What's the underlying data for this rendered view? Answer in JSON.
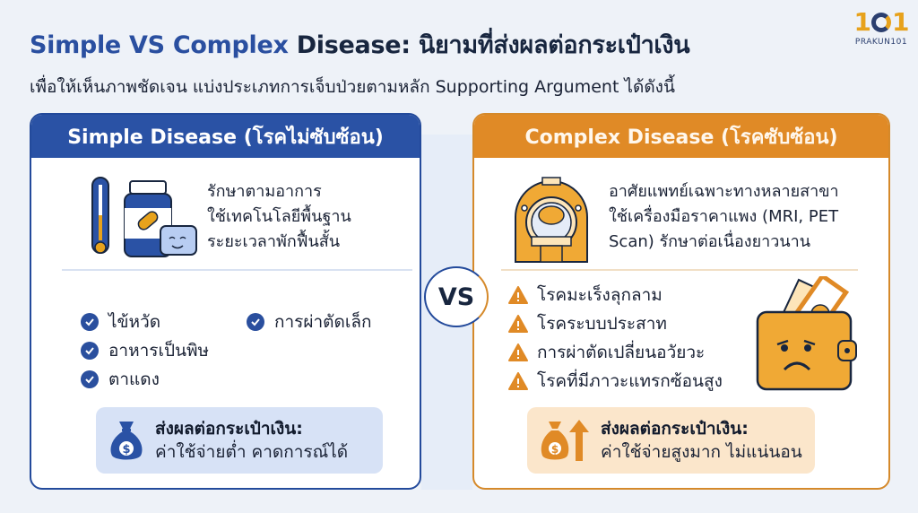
{
  "header": {
    "title_part1": "Simple VS Complex ",
    "title_part2": "Disease: นิยามที่ส่งผลต่อกระเป๋าเงิน",
    "subtitle": "เพื่อให้เห็นภาพชัดเจน แบ่งประเภทการเจ็บป่วยตามหลัก Supporting Argument ได้ดังนี้",
    "logo_number": "101",
    "logo_text": "PRAKUN101"
  },
  "vs_label": "VS",
  "simple": {
    "heading": "Simple Disease (โรคไม่ซับซ้อน)",
    "icons": [
      "thermometer-icon",
      "pill-bottle-icon",
      "happy-wallet-icon"
    ],
    "description": [
      "รักษาตามอาการ",
      "ใช้เทคโนโลยีพื้นฐาน",
      "ระยะเวลาพักฟื้นสั้น"
    ],
    "examples_col1": [
      "ไข้หวัด",
      "อาหารเป็นพิษ",
      "ตาแดง"
    ],
    "examples_col2": [
      "การผ่าตัดเล็ก"
    ],
    "impact_title": "ส่งผลต่อกระเป๋าเงิน:",
    "impact_desc": "ค่าใช้จ่ายต่ำ คาดการณ์ได้",
    "colors": {
      "primary": "#2a52a5",
      "impact_bg": "#d7e2f6"
    }
  },
  "complex": {
    "heading": "Complex Disease (โรคซับซ้อน)",
    "icons": [
      "mri-scanner-icon",
      "sad-wallet-icon"
    ],
    "description": [
      "อาศัยแพทย์เฉพาะทางหลายสาขา",
      "ใช้เครื่องมือราคาแพง (MRI, PET",
      "Scan) รักษาต่อเนื่องยาวนาน"
    ],
    "examples": [
      "โรคมะเร็งลุกลาม",
      "โรคระบบประสาท",
      "การผ่าตัดเปลี่ยนอวัยวะ",
      "โรคที่มีภาวะแทรกซ้อนสูง"
    ],
    "impact_title": "ส่งผลต่อกระเป๋าเงิน:",
    "impact_desc": "ค่าใช้จ่ายสูงมาก ไม่แน่นอน",
    "colors": {
      "primary": "#e08a26",
      "impact_bg": "#fbe6cb"
    }
  }
}
